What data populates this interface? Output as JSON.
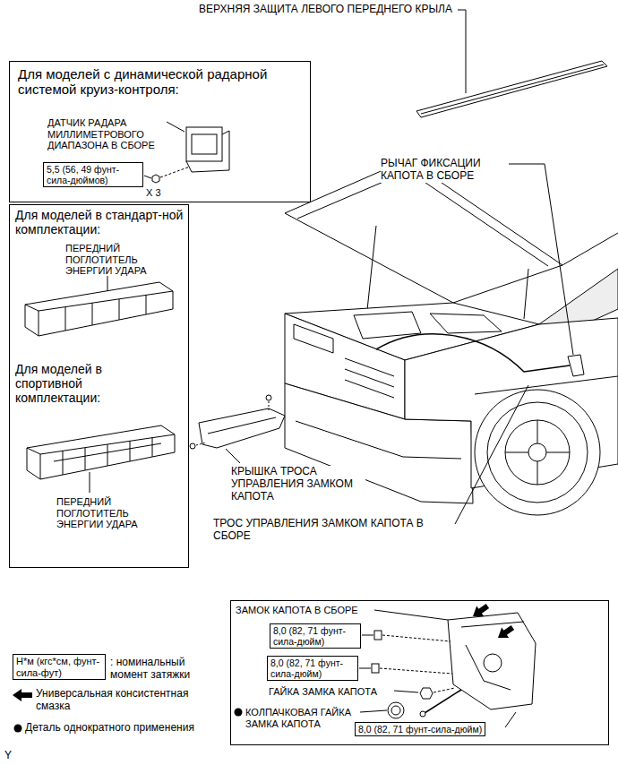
{
  "diagram": {
    "nodes": [
      {
        "text": [
          "Для моделей с динамической радарной системой круиз-контроля:",
          "ДАТЧИК РАДАРА МИЛЛИМЕТРОВОГО ДИАПАЗОНА В СБОРЕ",
          "X 3"
        ]
      },
      {
        "text": [
          "5,5 (56, 49 фунт-сила-дюймов)"
        ],
        "in": 0
      },
      {
        "text": [
          "Для моделей в стандарт-ной комплектации:",
          "ПЕРЕДНИЙ ПОГЛОТИТЕЛЬ ЭНЕРГИИ УДАРА",
          "Для моделей в спортивной комплектации:",
          "ПЕРЕДНИЙ ПОГЛОТИТЕЛЬ ЭНЕРГИИ УДАРА"
        ]
      },
      {
        "text": [
          "ЗАМОК КАПОТА В СБОРЕ",
          "ГАЙКА ЗАМКА КАПОТА",
          "КОЛПАЧКОВАЯ ГАЙКА ЗАМКА КАПОТА"
        ]
      },
      {
        "text": [
          "8,0 (82, 71 фунт-сила-дюйм)"
        ],
        "in": 3
      },
      {
        "text": [
          "8,0 (82, 71 фунт-сила-дюйм)"
        ],
        "in": 3
      },
      {
        "text": [
          "8,0 (82, 71 фунт-сила-дюйм)"
        ],
        "in": 3
      },
      {
        "text": [
          "Н*м (кгс*см, фунт-сила-фут)"
        ]
      }
    ],
    "labels": [
      "ВЕРХНЯЯ ЗАЩИТА ЛЕВОГО ПЕРЕДНЕГО КРЫЛА",
      "РЫЧАГ ФИКСАЦИИ КАПОТА В СБОРЕ",
      "КРЫШКА ТРОСА УПРАВЛЕНИЯ ЗАМКОМ КАПОТА",
      "ТРОС УПРАВЛЕНИЯ ЗАМКОМ КАПОТА В СБОРЕ",
      "Y"
    ],
    "legend": [
      {
        "text": ": номинальный момент затяжки"
      },
      {
        "text": "Универсальная консистентная смазка"
      },
      {
        "text": "Деталь однократного применения"
      }
    ]
  }
}
